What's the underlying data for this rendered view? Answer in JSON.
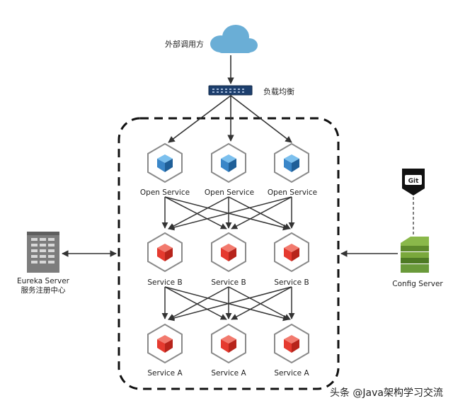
{
  "caller_label": "外部调用方",
  "load_balancer_label": "负载均衡",
  "open_services": [
    "Open Service",
    "Open Service",
    "Open Service"
  ],
  "services_b": [
    "Service B",
    "Service B",
    "Service B"
  ],
  "services_a": [
    "Service A",
    "Service A",
    "Service A"
  ],
  "eureka": {
    "line1": "Eureka Server",
    "line2": "服务注册中心"
  },
  "config_server_label": "Config Server",
  "git_label": "Git",
  "watermark": "头条 @Java架构学习交流",
  "colors": {
    "open_cube": "#3a86c8",
    "service_cube": "#e53a2f",
    "cloud": "#6aaed6",
    "config": "#6a9a3a"
  }
}
